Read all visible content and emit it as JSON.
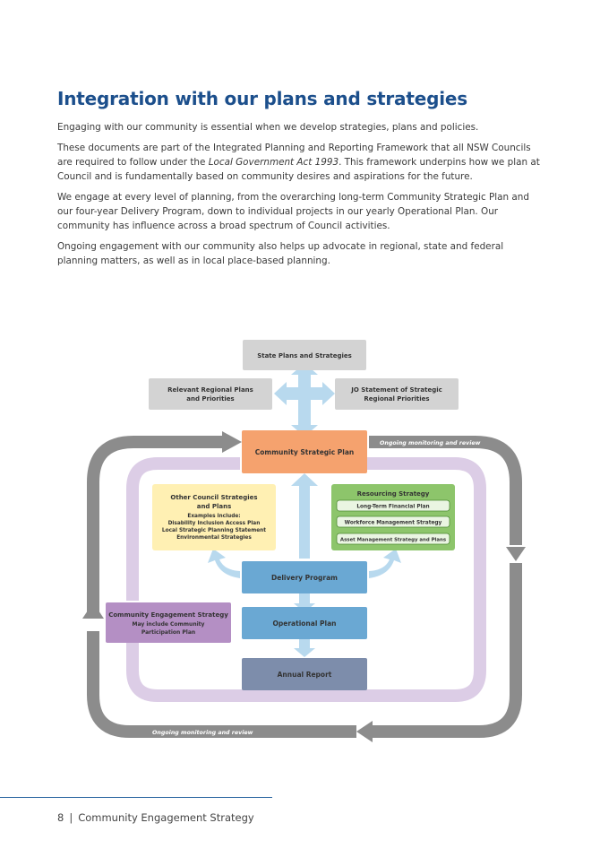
{
  "heading": "Integration with our plans and strategies",
  "paragraphs": {
    "p1": "Engaging with our community is essential when we develop strategies, plans and policies.",
    "p2_before": "These documents are part of the Integrated Planning and Reporting Framework that all NSW Councils are required to follow under the ",
    "p2_italic": "Local Government Act 1993",
    "p2_after": ". This framework underpins how we plan at Council and is fundamentally based on community desires and aspirations for the future.",
    "p3": "We engage at every level of planning, from the overarching long-term Community Strategic Plan and our four-year Delivery Program, down to individual projects in our yearly Operational Plan. Our community has influence across a broad spectrum of Council activities.",
    "p4": "Ongoing engagement with our community also helps up advocate in regional, state and federal planning matters, as well as in local place-based planning."
  },
  "diagram": {
    "state_plans": "State Plans and Strategies",
    "regional_plans_line1": "Relevant Regional Plans",
    "regional_plans_line2": "and Priorities",
    "jo_statement_line1": "JO Statement of Strategic",
    "jo_statement_line2": "Regional Priorities",
    "csp": "Community Strategic Plan",
    "monitoring_top": "Ongoing monitoring and review",
    "monitoring_bottom": "Ongoing monitoring and review",
    "other_strategies_title_line1": "Other Council Strategies",
    "other_strategies_title_line2": "and Plans",
    "other_strategies_sub": "Examples include:",
    "other_strategies_item1": "Disability Inclusion Access Plan",
    "other_strategies_item2": "Local Strategic Planning Statement",
    "other_strategies_item3": "Environmental Strategies",
    "resourcing_title": "Resourcing Strategy",
    "resourcing_item1": "Long-Term Financial Plan",
    "resourcing_item2": "Workforce Management Strategy",
    "resourcing_item3": "Asset Management Strategy and Plans",
    "delivery_program": "Delivery Program",
    "operational_plan": "Operational Plan",
    "annual_report": "Annual Report",
    "ces_title": "Community Engagement Strategy",
    "ces_sub_line1": "May include Community",
    "ces_sub_line2": "Participation Plan",
    "colors": {
      "grey_box": "#d3d3d3",
      "orange": "#f5a26e",
      "yellow": "#fff0b3",
      "green": "#8dc56b",
      "blue": "#6aa8d3",
      "slate": "#7d8dab",
      "purple": "#b48fc4",
      "light_purple": "#dccde6",
      "light_blue_arrow": "#b8d9ee",
      "dark_grey_loop": "#8c8c8c"
    }
  },
  "footer": {
    "page_number": "8",
    "separator": "|",
    "title": "Community Engagement Strategy"
  }
}
